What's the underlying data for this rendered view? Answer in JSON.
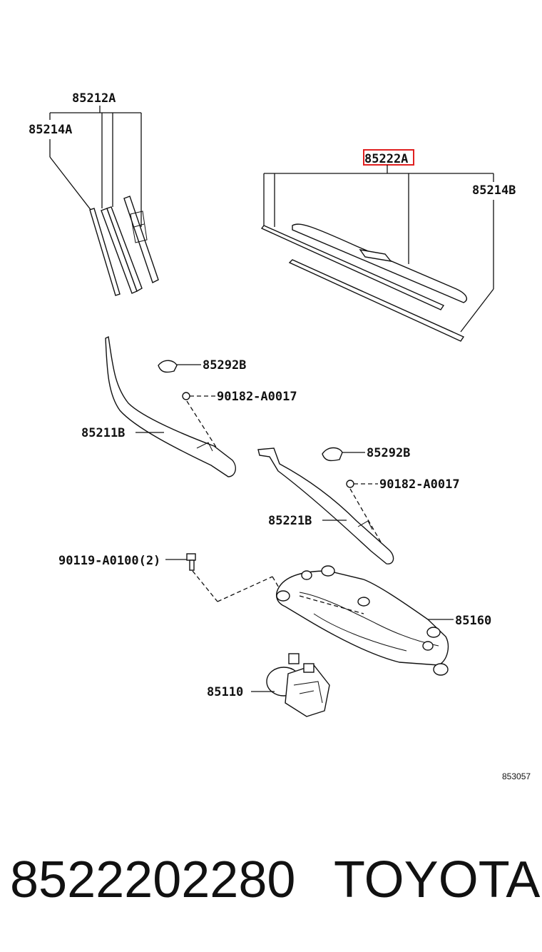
{
  "diagram": {
    "callouts": {
      "c85212a": "85212A",
      "c85214a": "85214A",
      "c85222a": "85222A",
      "c85214b": "85214B",
      "c85292b_1": "85292B",
      "c90182_1": "90182-A0017",
      "c85211b": "85211B",
      "c85292b_2": "85292B",
      "c90182_2": "90182-A0017",
      "c85221b": "85221B",
      "c90119": "90119-A0100(2)",
      "c85160": "85160",
      "c85110": "85110"
    },
    "highlight": {
      "callout": "85222A",
      "color": "#e02020"
    },
    "figure_code": "853057"
  },
  "footer": {
    "part_number": "8522202280",
    "brand": "TOYOTA"
  }
}
